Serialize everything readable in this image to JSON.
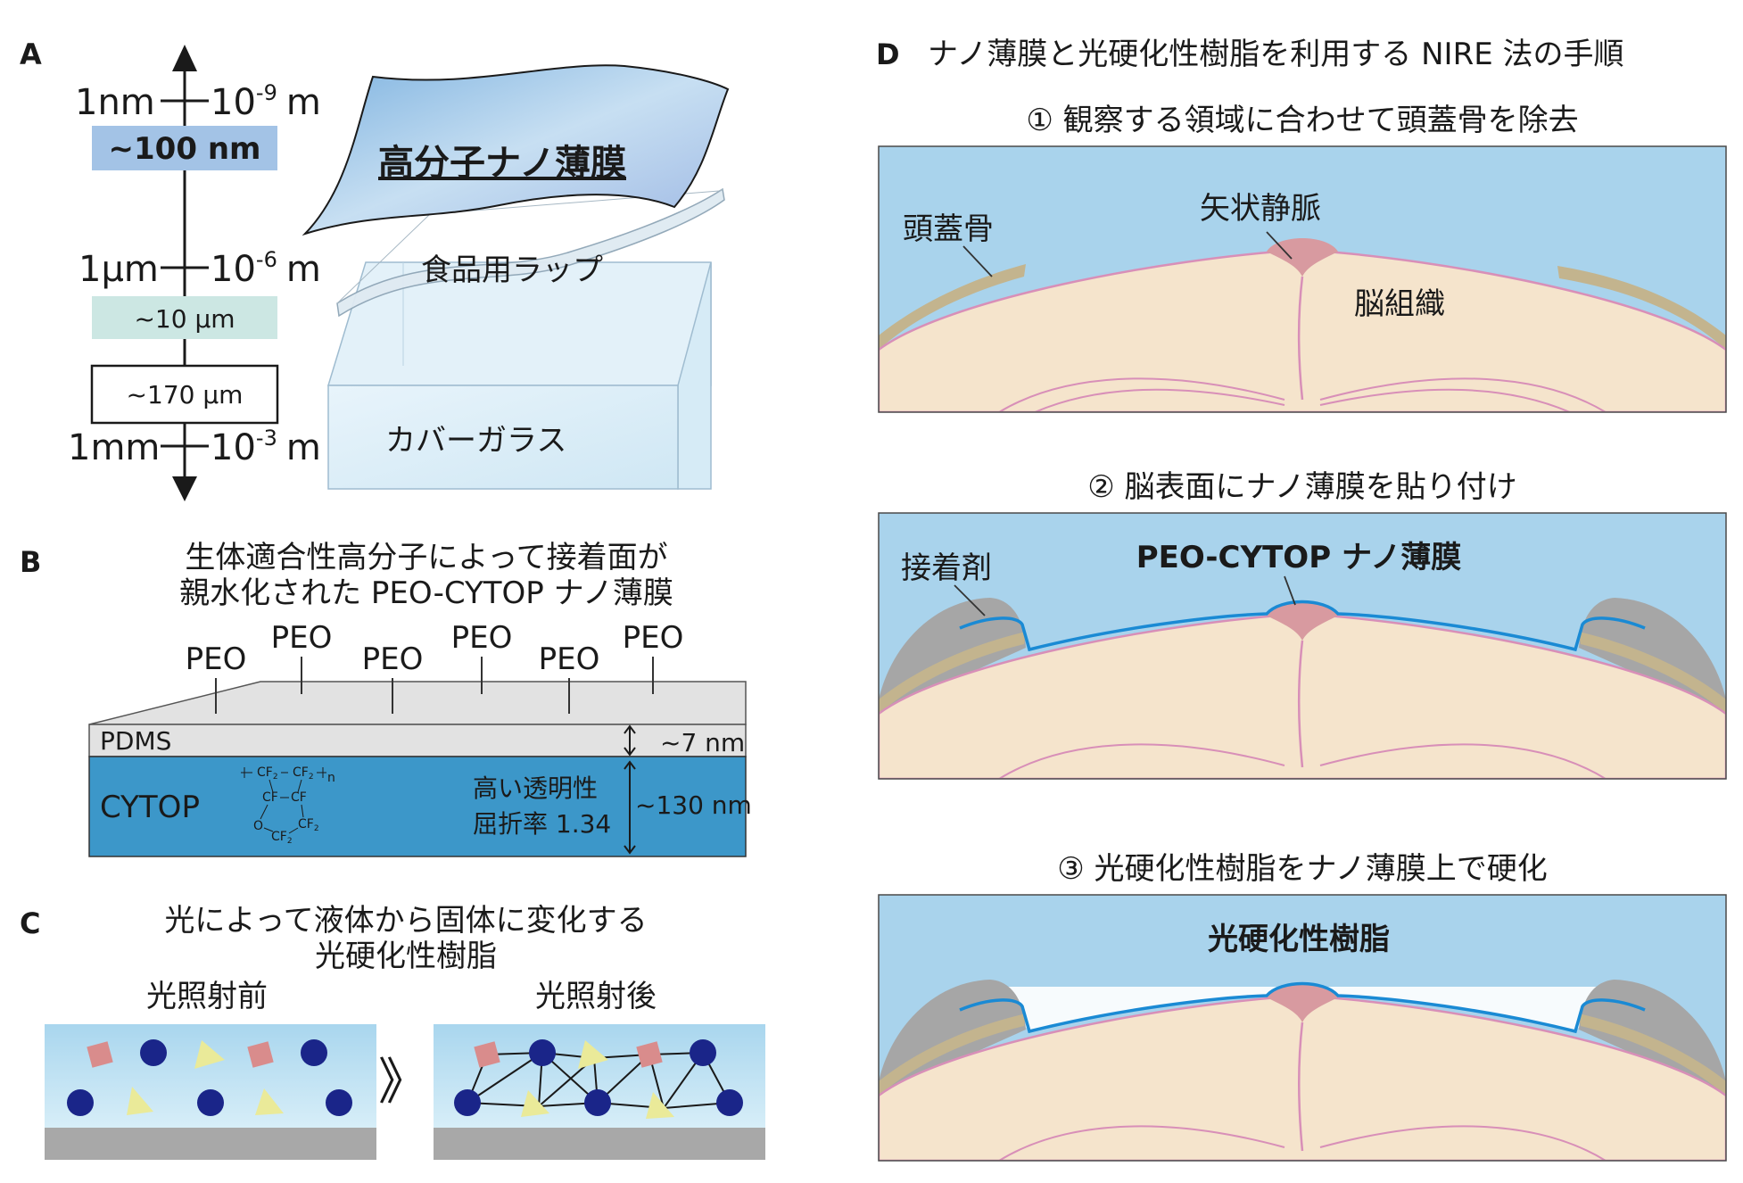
{
  "panel_a": {
    "letter": "A",
    "scale_marks": [
      {
        "left": "1nm",
        "right": "10",
        "exp": "-9",
        "unit": "m"
      },
      {
        "left": "1μm",
        "right": "10",
        "exp": "-6",
        "unit": "m"
      },
      {
        "left": "1mm",
        "right": "10",
        "exp": "-3",
        "unit": "m"
      }
    ],
    "boxes": [
      "~100 nm",
      "~10 μm",
      "~170 μm"
    ],
    "sheets": [
      "高分子ナノ薄膜",
      "食品用ラップ",
      "カバーガラス"
    ]
  },
  "panel_b": {
    "letter": "B",
    "title_line1": "生体適合性高分子によって接着面が",
    "title_line2": "親水化された PEO-CYTOP ナノ薄膜",
    "peo_labels": [
      "PEO",
      "PEO",
      "PEO",
      "PEO",
      "PEO",
      "PEO"
    ],
    "pdms_label": "PDMS",
    "pdms_thickness": "~7 nm",
    "cytop_label": "CYTOP",
    "cytop_props_line1": "高い透明性",
    "cytop_props_line2": "屈折率 1.34",
    "cytop_thickness": "~130 nm",
    "formula": [
      "CF",
      "2",
      "CF",
      "2",
      "n",
      "CF",
      "CF",
      "O",
      "CF",
      "2",
      "CF",
      "2"
    ]
  },
  "panel_c": {
    "letter": "C",
    "title_line1": "光によって液体から固体に変化する",
    "title_line2": "光硬化性樹脂",
    "before_label": "光照射前",
    "after_label": "光照射後",
    "arrow_symbol": "》"
  },
  "panel_d": {
    "letter": "D",
    "title": "ナノ薄膜と光硬化性樹脂を利用する NIRE 法の手順",
    "steps": [
      {
        "title": "① 観察する領域に合わせて頭蓋骨を除去",
        "labels": [
          "頭蓋骨",
          "矢状静脈",
          "脳組織"
        ]
      },
      {
        "title": "② 脳表面にナノ薄膜を貼り付け",
        "labels": [
          "接着剤",
          "PEO-CYTOP ナノ薄膜"
        ]
      },
      {
        "title": "③ 光硬化性樹脂をナノ薄膜上で硬化",
        "labels": [
          "光硬化性樹脂"
        ]
      }
    ]
  },
  "colors": {
    "sky": "#a9d3ec",
    "brain": "#f5e4cc",
    "brain_outline": "#d88fb8",
    "skull": "#c3b48e",
    "vein": "#d89aa0",
    "glue": "#a6a6a6",
    "film": "#1a8ad4",
    "cytop": "#3c97c9",
    "pdms": "#e2e2e2",
    "box_100nm": "#a3c3e6",
    "box_10um": "#cce7e3",
    "particle_dot": "#1a2589",
    "particle_square": "#d98c8c",
    "particle_triangle": "#eaea99",
    "substrate": "#a8a8a8"
  }
}
